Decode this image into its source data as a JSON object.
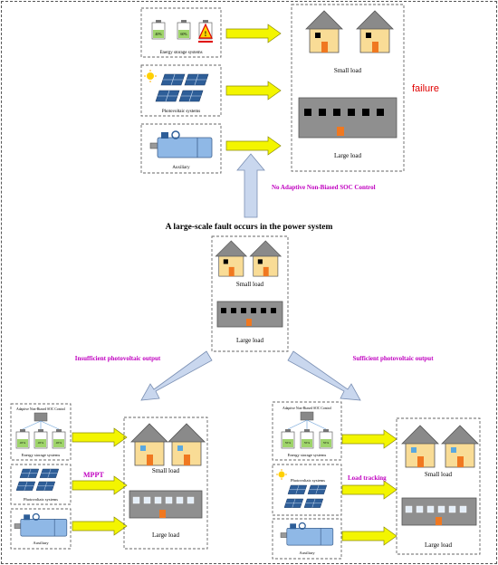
{
  "top": {
    "energy_storage_label": "Energy storage systems",
    "pv_label": "Photovoltaic systems",
    "aux_label": "Auxiliary",
    "small_load": "Small load",
    "large_load": "Large load",
    "failure": "failure",
    "battery_levels": [
      "40%",
      "60%"
    ],
    "no_control": "No Adaptive Non-Biased SOC Control"
  },
  "center": {
    "headline": "A large-scale fault occurs in the power system",
    "small_load": "Small  load",
    "large_load": "Large load"
  },
  "left": {
    "branch_label": "Insufficient photovoltaic output",
    "control_label": "Adaptive Non-Biased SOC Control",
    "energy_storage_label": "Energy storage systems",
    "pv_label": "Photovoltaic systems",
    "aux_label": "Auxiliary",
    "mode": "MPPT",
    "small_load": "Small  load",
    "large_load": "Large load",
    "battery_levels": [
      "45%",
      "45%",
      "45%"
    ]
  },
  "right": {
    "branch_label": "Sufficient photovoltaic output",
    "control_label": "Adaptive Non-Biased SOC Control",
    "energy_storage_label": "Energy storage systems",
    "pv_label": "Photovoltaic systems",
    "aux_label": "Auxiliary",
    "mode": "Load tracking",
    "small_load": "Small  load",
    "large_load": "Large load",
    "battery_levels": [
      "55%",
      "55%",
      "55%"
    ]
  },
  "colors": {
    "yellow_arrow": "#f3f500",
    "blue_arrow": "#c9d7ee",
    "magenta": "#c000c0",
    "failure_red": "#e00000",
    "house_wall": "#f9dc96",
    "roof": "#8a8a8a",
    "door": "#f07820",
    "window_blue": "#5aa8e0",
    "panel_blue": "#2e5e98",
    "motor_blue": "#8fb8e6"
  }
}
